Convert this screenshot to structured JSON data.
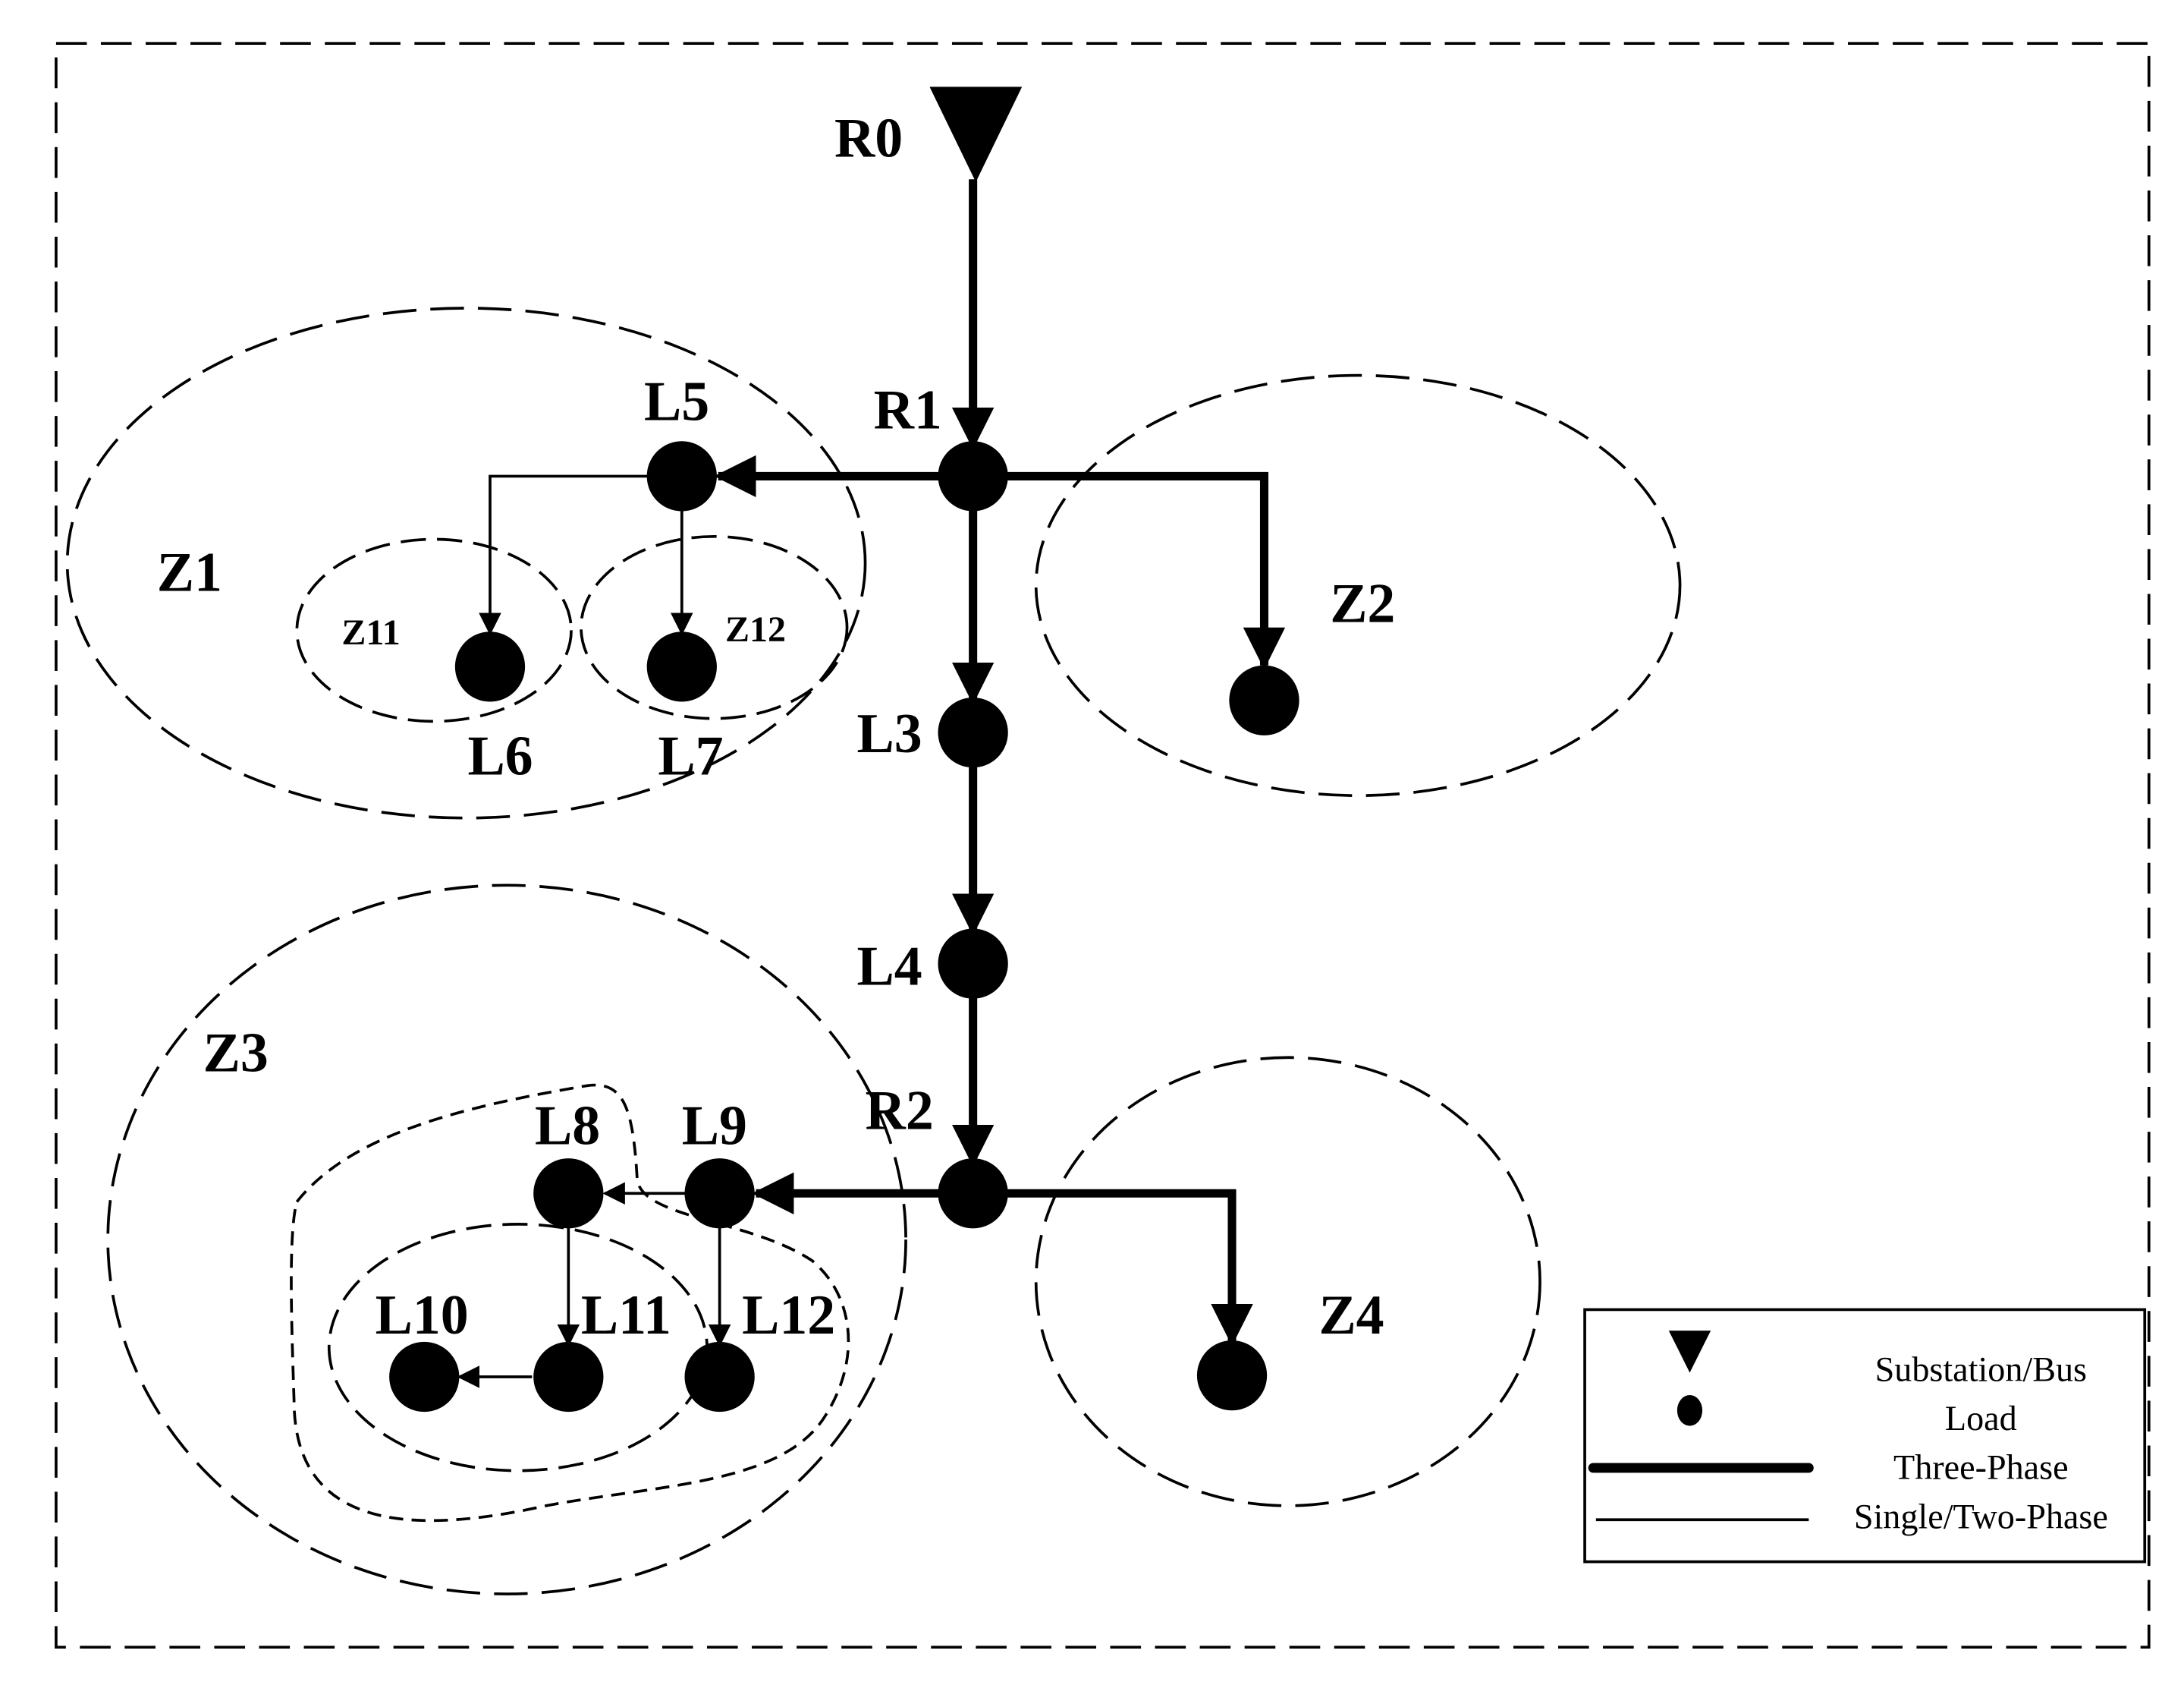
{
  "nodes": {
    "r0": "R0",
    "r1": "R1",
    "r2": "R2",
    "l3": "L3",
    "l4": "L4",
    "l5": "L5",
    "l6": "L6",
    "l7": "L7",
    "l8": "L8",
    "l9": "L9",
    "l10": "L10",
    "l11": "L11",
    "l12": "L12"
  },
  "zones": {
    "z1": "Z1",
    "z2": "Z2",
    "z3": "Z3",
    "z4": "Z4",
    "z11": "Z11",
    "z12": "Z12"
  },
  "legend": {
    "substation": "Substation/Bus",
    "load": "Load",
    "three_phase": "Three-Phase",
    "single_two_phase": "Single/Two-Phase"
  },
  "colors": {
    "ink": "#000000",
    "background": "#ffffff"
  }
}
